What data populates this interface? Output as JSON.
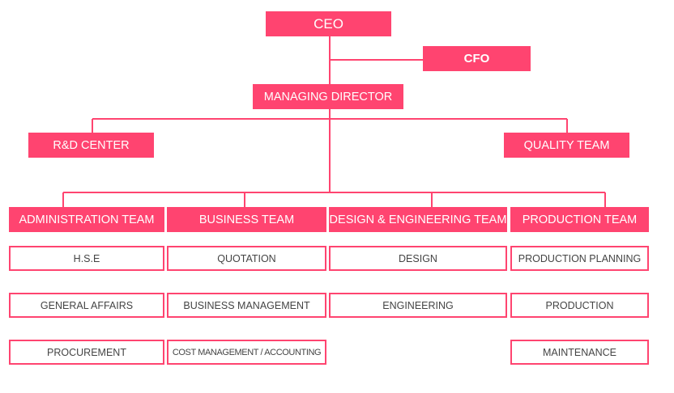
{
  "executives": {
    "ceo": "CEO",
    "cfo": "CFO",
    "managing_director": "MANAGING DIRECTOR"
  },
  "centers": {
    "rd": "R&D CENTER",
    "quality": "QUALITY TEAM"
  },
  "teams": [
    {
      "name": "ADMINISTRATION TEAM",
      "units": [
        "H.S.E",
        "GENERAL AFFAIRS",
        "PROCUREMENT"
      ]
    },
    {
      "name": "BUSINESS TEAM",
      "units": [
        "QUOTATION",
        "BUSINESS MANAGEMENT",
        "COST MANAGEMENT / ACCOUNTING"
      ]
    },
    {
      "name": "DESIGN & ENGINEERING TEAM",
      "units": [
        "DESIGN",
        "ENGINEERING"
      ]
    },
    {
      "name": "PRODUCTION TEAM",
      "units": [
        "PRODUCTION PLANNING",
        "PRODUCTION",
        "MAINTENANCE"
      ]
    }
  ],
  "colors": {
    "accent": "#ff4470",
    "unit_text": "#444444"
  }
}
